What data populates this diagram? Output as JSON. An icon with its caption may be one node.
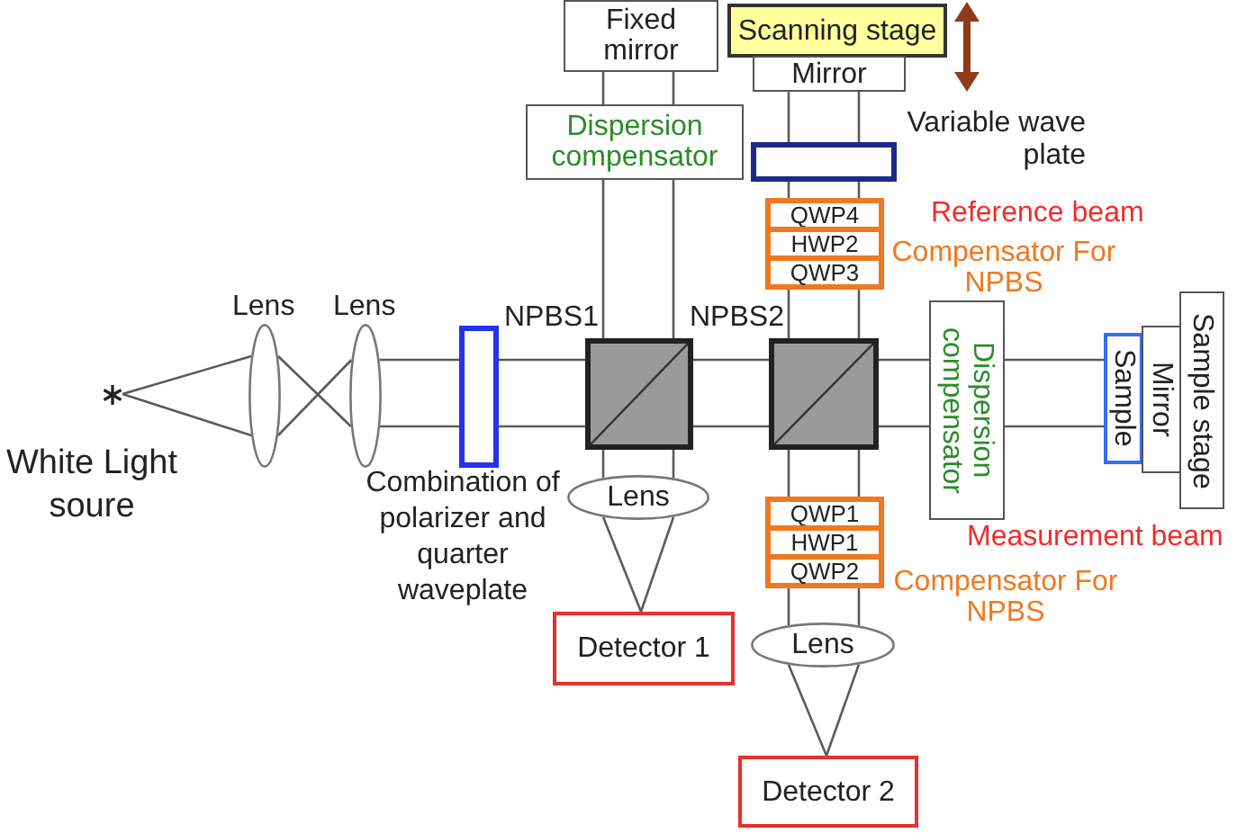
{
  "diagram": {
    "nodes": [
      {
        "text": [
          "Fixed mirror"
        ]
      },
      {
        "text": [
          "Scanning stage"
        ]
      },
      {
        "text": [
          "Mirror"
        ]
      },
      {
        "text": [
          "Dispersion compensator"
        ]
      },
      {
        "text": [],
        "shape": "box",
        "beside": [
          "Variable wave plate"
        ]
      },
      {
        "text": [
          "QWP4"
        ]
      },
      {
        "text": [
          "HWP2"
        ]
      },
      {
        "text": [
          "QWP3"
        ]
      },
      {
        "text": [],
        "shape": "star",
        "beside": [
          "White Light soure"
        ]
      },
      {
        "text": [],
        "shape": "ellipse",
        "beside": [
          "Lens"
        ]
      },
      {
        "text": [],
        "shape": "ellipse",
        "beside": [
          "Lens"
        ]
      },
      {
        "text": [],
        "shape": "box",
        "beside": [
          "Combination of polarizer and quarter waveplate"
        ]
      },
      {
        "text": [],
        "shape": "box",
        "beside": [
          "NPBS1"
        ]
      },
      {
        "text": [],
        "shape": "box",
        "beside": [
          "NPBS2"
        ]
      },
      {
        "text": [
          "Dispersion compensator"
        ]
      },
      {
        "text": [
          "Sample"
        ]
      },
      {
        "text": [
          "Mirror"
        ]
      },
      {
        "text": [
          "Sample stage"
        ]
      },
      {
        "text": [
          "Lens"
        ]
      },
      {
        "text": [
          "QWP1"
        ]
      },
      {
        "text": [
          "HWP1"
        ]
      },
      {
        "text": [
          "QWP2"
        ]
      },
      {
        "text": [
          "Detector 1"
        ]
      },
      {
        "text": [
          "Lens"
        ]
      },
      {
        "text": [
          "Detector 2"
        ]
      }
    ],
    "edges": [
      {
        "from": 8,
        "to": 9,
        "arrow": "none"
      },
      {
        "from": 8,
        "to": 9,
        "arrow": "none"
      },
      {
        "from": 9,
        "to": 10,
        "arrow": "none"
      },
      {
        "from": 9,
        "to": 10,
        "arrow": "none"
      },
      {
        "from": 10,
        "to": 11,
        "arrow": "none"
      },
      {
        "from": 10,
        "to": 11,
        "arrow": "none"
      },
      {
        "from": 11,
        "to": 12,
        "arrow": "none"
      },
      {
        "from": 11,
        "to": 12,
        "arrow": "none"
      },
      {
        "from": 12,
        "to": 13,
        "arrow": "none"
      },
      {
        "from": 12,
        "to": 13,
        "arrow": "none"
      },
      {
        "from": 13,
        "to": 14,
        "arrow": "none"
      },
      {
        "from": 13,
        "to": 14,
        "arrow": "none"
      },
      {
        "from": 14,
        "to": 15,
        "arrow": "none"
      },
      {
        "from": 14,
        "to": 15,
        "arrow": "none"
      },
      {
        "from": 12,
        "to": 3,
        "arrow": "none"
      },
      {
        "from": 12,
        "to": 3,
        "arrow": "none"
      },
      {
        "from": 3,
        "to": 0,
        "arrow": "none"
      },
      {
        "from": 3,
        "to": 0,
        "arrow": "none"
      },
      {
        "from": 13,
        "to": 7,
        "arrow": "none"
      },
      {
        "from": 13,
        "to": 7,
        "arrow": "none"
      },
      {
        "from": 5,
        "to": 4,
        "arrow": "none"
      },
      {
        "from": 5,
        "to": 4,
        "arrow": "none"
      },
      {
        "from": 4,
        "to": 2,
        "arrow": "none"
      },
      {
        "from": 4,
        "to": 2,
        "arrow": "none"
      },
      {
        "from": 12,
        "to": 18,
        "arrow": "none"
      },
      {
        "from": 12,
        "to": 18,
        "arrow": "none"
      },
      {
        "from": 18,
        "to": 22,
        "arrow": "none"
      },
      {
        "from": 18,
        "to": 22,
        "arrow": "none"
      },
      {
        "from": 13,
        "to": 19,
        "arrow": "none"
      },
      {
        "from": 13,
        "to": 19,
        "arrow": "none"
      },
      {
        "from": 21,
        "to": 23,
        "arrow": "none"
      },
      {
        "from": 21,
        "to": 23,
        "arrow": "none"
      },
      {
        "from": 23,
        "to": 24,
        "arrow": "none"
      },
      {
        "from": 23,
        "to": 24,
        "arrow": "none"
      }
    ],
    "labels": [
      "Reference beam",
      "Compensator For NPBS",
      "Measurement beam",
      "Compensator For NPBS"
    ]
  }
}
